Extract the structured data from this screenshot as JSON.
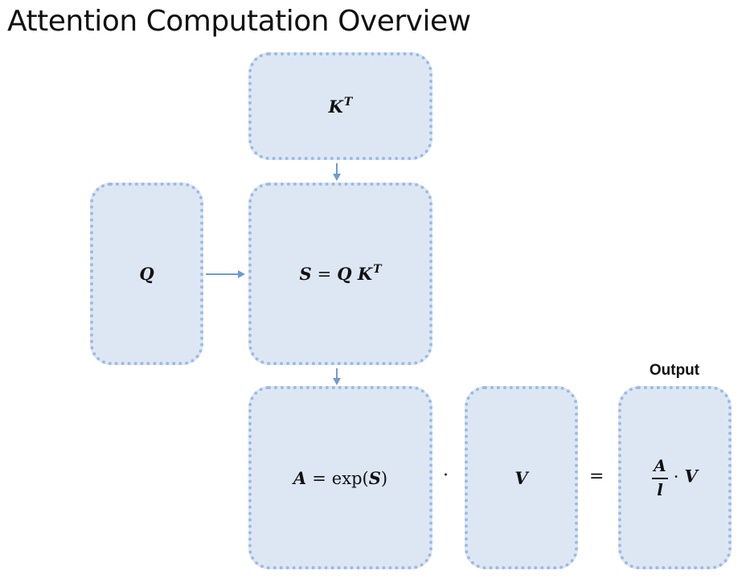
{
  "title": "Attention Computation Overview",
  "boxes": {
    "kt": {
      "var": "K",
      "sup": "T"
    },
    "q": {
      "var": "Q"
    },
    "s": {
      "lhs": "S",
      "eq": "=",
      "q": "Q",
      "k": "K",
      "sup": "T"
    },
    "a": {
      "lhs": "A",
      "eq": "=",
      "fn": "exp(",
      "arg": "S",
      "close": ")"
    },
    "v": {
      "var": "V"
    },
    "output": {
      "num": "A",
      "den": "l",
      "dot": "·",
      "var": "V"
    }
  },
  "operators": {
    "dot": "·",
    "equals": "="
  },
  "output_label": "Output",
  "colors": {
    "box_fill": "#dde7f4",
    "box_border": "#9dbbe3",
    "arrow": "#6f9bd3"
  }
}
